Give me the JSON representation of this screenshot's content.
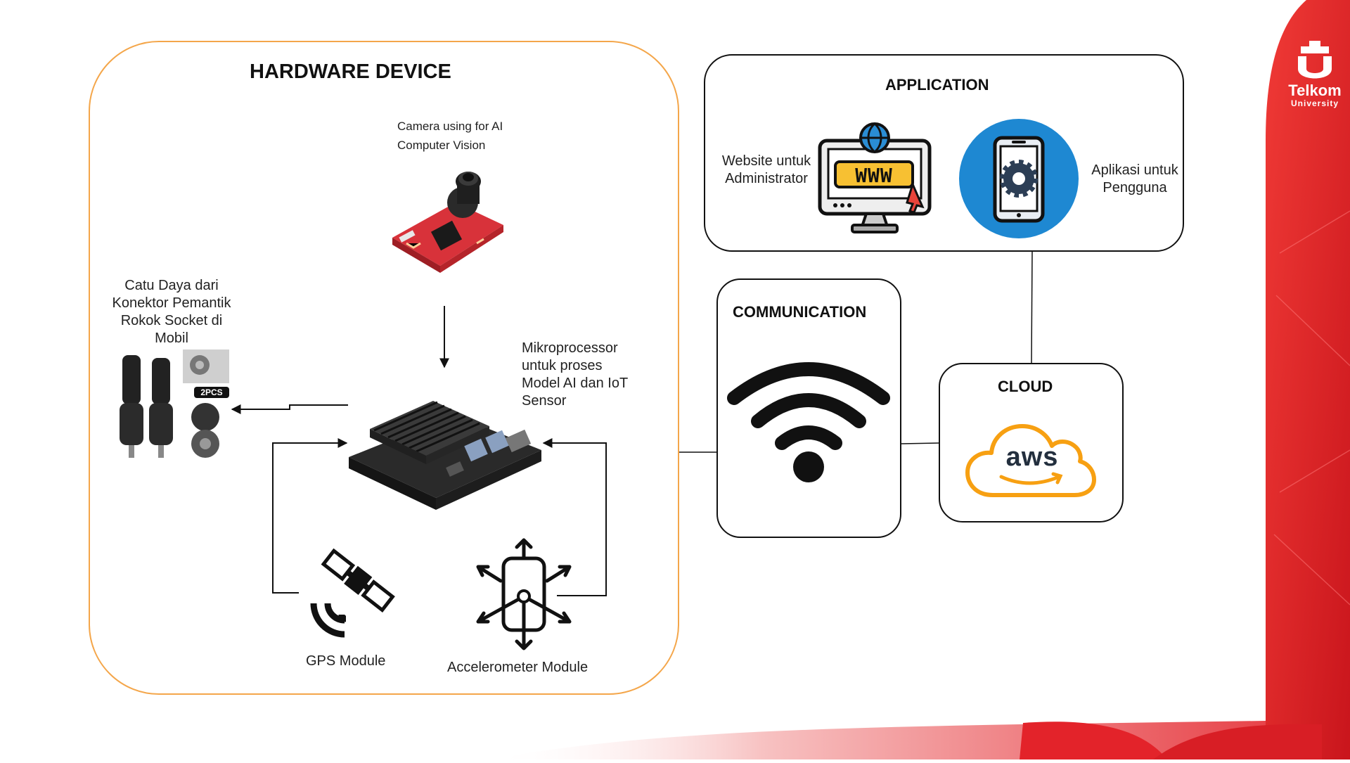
{
  "hardware": {
    "title": "HARDWARE DEVICE",
    "camera_label": "Camera using for AI Computer Vision",
    "power_label": "Catu Daya dari Konektor Pemantik Rokok Socket di Mobil",
    "power_badge": "2PCS",
    "processor_label": "Mikroprocessor untuk proses Model AI dan IoT Sensor",
    "gps_label": "GPS Module",
    "accel_label": "Accelerometer Module"
  },
  "application": {
    "title": "APPLICATION",
    "website_label": "Website untuk Administrator",
    "website_icon_text": "WWW",
    "mobile_label": "Aplikasi untuk Pengguna"
  },
  "communication": {
    "title": "COMMUNICATION"
  },
  "cloud": {
    "title": "CLOUD",
    "logo_text": "aws"
  },
  "brand": {
    "name": "Telkom",
    "sub": "University"
  },
  "colors": {
    "hardware_border": "#F4A64A",
    "brand_red": "#E3232A",
    "aws_orange": "#F7A012",
    "mobile_blue": "#1E88D2"
  }
}
